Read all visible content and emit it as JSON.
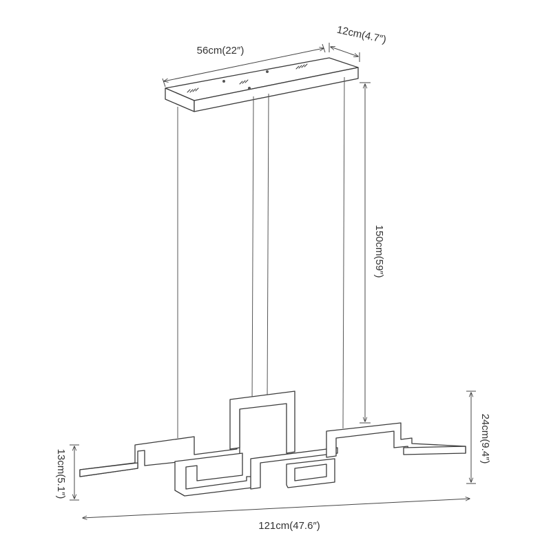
{
  "dimensions": {
    "canopy_length": "56cm(22″)",
    "canopy_width": "12cm(4.7″)",
    "cord_length": "150cm(59″)",
    "fixture_height": "24cm(9.4″)",
    "bar_height": "13cm(5.1″)",
    "total_length": "121cm(47.6″)"
  },
  "colors": {
    "line": "#333333",
    "background": "#ffffff"
  }
}
